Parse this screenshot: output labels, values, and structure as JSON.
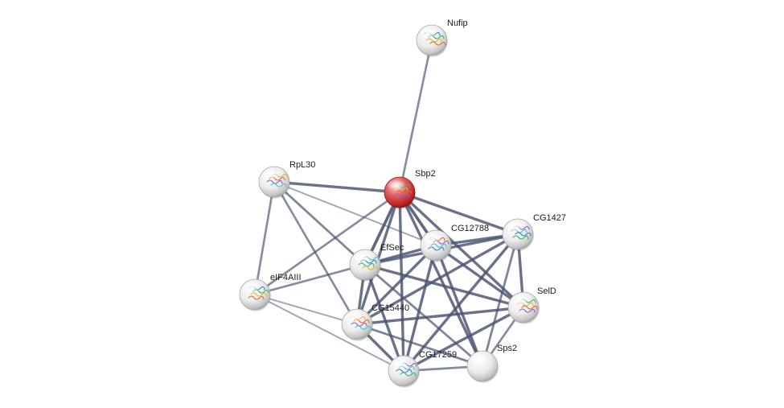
{
  "network": {
    "nodes": [
      {
        "id": "Nufip",
        "label": "Nufip",
        "query": false,
        "structure": true
      },
      {
        "id": "Sbp2",
        "label": "Sbp2",
        "query": true,
        "structure": true
      },
      {
        "id": "RpL30",
        "label": "RpL30",
        "query": false,
        "structure": true
      },
      {
        "id": "CG12788",
        "label": "CG12788",
        "query": false,
        "structure": true
      },
      {
        "id": "CG1427",
        "label": "CG1427",
        "query": false,
        "structure": true
      },
      {
        "id": "EfSec",
        "label": "EfSec",
        "query": false,
        "structure": true
      },
      {
        "id": "eIF4AIII",
        "label": "eIF4AIII",
        "query": false,
        "structure": true
      },
      {
        "id": "SelD",
        "label": "SelD",
        "query": false,
        "structure": true
      },
      {
        "id": "CG15440",
        "label": "CG15440",
        "query": false,
        "structure": true
      },
      {
        "id": "Sps2",
        "label": "Sps2",
        "query": false,
        "structure": false
      },
      {
        "id": "CG17259",
        "label": "CG17259",
        "query": false,
        "structure": true
      }
    ],
    "edges": [
      {
        "source": "Nufip",
        "target": "Sbp2",
        "strength": 0.55
      },
      {
        "source": "Sbp2",
        "target": "RpL30",
        "strength": 0.8
      },
      {
        "source": "Sbp2",
        "target": "CG12788",
        "strength": 0.9
      },
      {
        "source": "Sbp2",
        "target": "CG1427",
        "strength": 0.8
      },
      {
        "source": "Sbp2",
        "target": "EfSec",
        "strength": 0.9
      },
      {
        "source": "Sbp2",
        "target": "eIF4AIII",
        "strength": 0.55
      },
      {
        "source": "Sbp2",
        "target": "SelD",
        "strength": 0.8
      },
      {
        "source": "Sbp2",
        "target": "CG15440",
        "strength": 0.8
      },
      {
        "source": "Sbp2",
        "target": "Sps2",
        "strength": 0.8
      },
      {
        "source": "Sbp2",
        "target": "CG17259",
        "strength": 0.8
      },
      {
        "source": "RpL30",
        "target": "eIF4AIII",
        "strength": 0.55
      },
      {
        "source": "RpL30",
        "target": "EfSec",
        "strength": 0.6
      },
      {
        "source": "RpL30",
        "target": "CG15440",
        "strength": 0.55
      },
      {
        "source": "RpL30",
        "target": "CG12788",
        "strength": 0.3
      },
      {
        "source": "eIF4AIII",
        "target": "EfSec",
        "strength": 0.55
      },
      {
        "source": "eIF4AIII",
        "target": "CG15440",
        "strength": 0.3
      },
      {
        "source": "eIF4AIII",
        "target": "CG17259",
        "strength": 0.3
      },
      {
        "source": "EfSec",
        "target": "CG12788",
        "strength": 0.8
      },
      {
        "source": "EfSec",
        "target": "CG1427",
        "strength": 0.8
      },
      {
        "source": "EfSec",
        "target": "SelD",
        "strength": 0.8
      },
      {
        "source": "EfSec",
        "target": "CG15440",
        "strength": 0.8
      },
      {
        "source": "EfSec",
        "target": "CG17259",
        "strength": 0.8
      },
      {
        "source": "EfSec",
        "target": "Sps2",
        "strength": 0.6
      },
      {
        "source": "CG12788",
        "target": "CG1427",
        "strength": 0.8
      },
      {
        "source": "CG12788",
        "target": "SelD",
        "strength": 0.8
      },
      {
        "source": "CG12788",
        "target": "CG15440",
        "strength": 0.8
      },
      {
        "source": "CG12788",
        "target": "CG17259",
        "strength": 0.8
      },
      {
        "source": "CG12788",
        "target": "Sps2",
        "strength": 0.8
      },
      {
        "source": "CG1427",
        "target": "SelD",
        "strength": 0.8
      },
      {
        "source": "CG1427",
        "target": "CG15440",
        "strength": 0.8
      },
      {
        "source": "CG1427",
        "target": "CG17259",
        "strength": 0.8
      },
      {
        "source": "CG1427",
        "target": "Sps2",
        "strength": 0.6
      },
      {
        "source": "SelD",
        "target": "CG15440",
        "strength": 0.8
      },
      {
        "source": "SelD",
        "target": "CG17259",
        "strength": 0.8
      },
      {
        "source": "SelD",
        "target": "Sps2",
        "strength": 0.55
      },
      {
        "source": "CG15440",
        "target": "CG17259",
        "strength": 0.8
      },
      {
        "source": "CG15440",
        "target": "Sps2",
        "strength": 0.6
      },
      {
        "source": "CG17259",
        "target": "Sps2",
        "strength": 0.55
      }
    ]
  },
  "colors": {
    "background": "#ffffff",
    "edge": "#4a5573",
    "query_node": "#d03030",
    "node": "#e6e6e6",
    "label": "#1a1a1a"
  }
}
